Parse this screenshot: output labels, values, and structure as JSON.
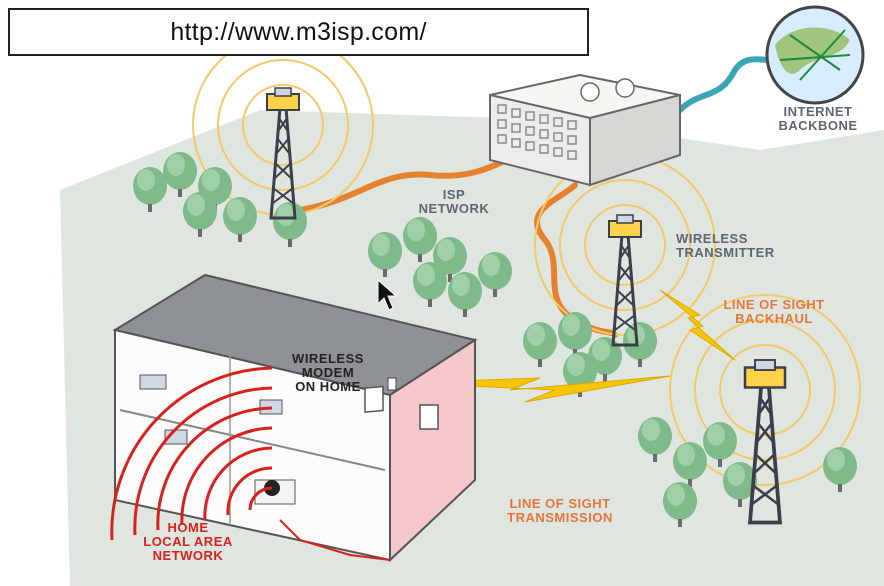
{
  "url": "http://www.m3isp.com/",
  "labels": {
    "internet_backbone": "INTERNET\nBACKBONE",
    "isp_network": "ISP\nNETWORK",
    "wireless_transmitter": "WIRELESS\nTRANSMITTER",
    "line_of_sight_backhaul": "LINE OF SIGHT\nBACKHAUL",
    "wireless_modem_on_home": "WIRELESS\nMODEM\nON HOME",
    "line_of_sight_transmission": "LINE OF SIGHT\nTRANSMISSION",
    "home_local_area_network": "HOME\nLOCAL AREA\nNETWORK"
  },
  "colors": {
    "ground": "#dfe6df",
    "tree": "#7fba8a",
    "tower": "#3b3f4a",
    "cable": "#e6822e",
    "signal_ring": "#f3c96a",
    "bolt": "#f7c400",
    "house_wall": "#f4c7cb",
    "lan_red": "#d8211d",
    "backbone_cable": "#3aa6b5"
  }
}
